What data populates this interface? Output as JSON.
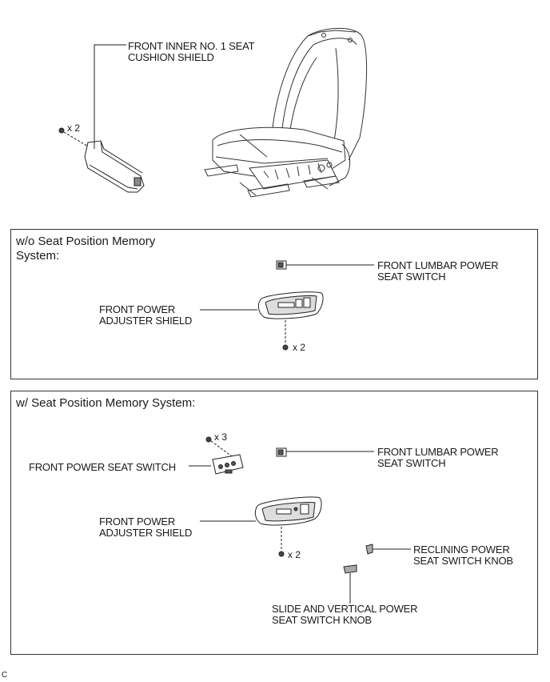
{
  "diagram": {
    "top": {
      "cushion_shield_label": [
        "FRONT INNER NO. 1 SEAT",
        "CUSHION SHIELD"
      ],
      "screw_qty": "x 2"
    },
    "panel_without_memory": {
      "title": [
        "w/o Seat Position Memory",
        "System:"
      ],
      "lumbar_label": [
        "FRONT LUMBAR POWER",
        "SEAT SWITCH"
      ],
      "adjuster_label": [
        "FRONT POWER",
        "ADJUSTER SHIELD"
      ],
      "screw_qty": "x 2"
    },
    "panel_with_memory": {
      "title": "w/ Seat Position Memory System:",
      "seat_switch_label": "FRONT POWER SEAT SWITCH",
      "switch_screw_qty": "x 3",
      "lumbar_label": [
        "FRONT LUMBAR POWER",
        "SEAT SWITCH"
      ],
      "adjuster_label": [
        "FRONT POWER",
        "ADJUSTER SHIELD"
      ],
      "adjuster_screw_qty": "x 2",
      "reclining_label": [
        "RECLINING POWER",
        "SEAT SWITCH KNOB"
      ],
      "slide_label": [
        "SLIDE AND VERTICAL POWER",
        "SEAT SWITCH KNOB"
      ]
    },
    "corner_code": "C"
  }
}
